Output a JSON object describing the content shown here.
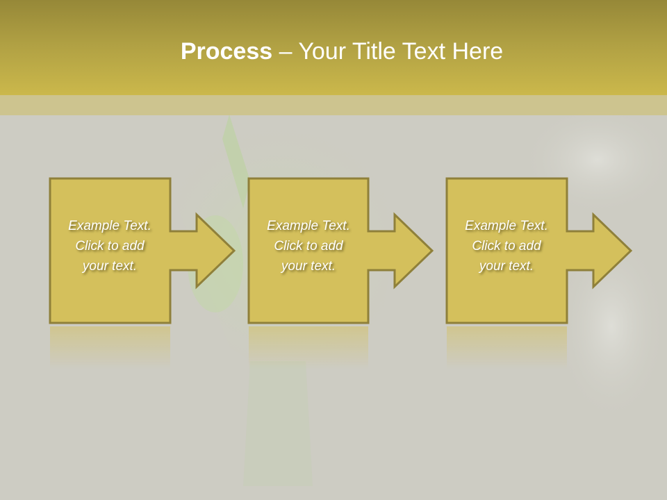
{
  "slide": {
    "title_bold": "Process",
    "title_rest": " – Your Title Text Here"
  },
  "colors": {
    "header_top": "#968838",
    "header_bottom": "#cbb84b",
    "box_fill": "#d4c05c",
    "box_stroke": "#8f803a",
    "background": "#cdccc3"
  },
  "steps": [
    {
      "line1": "Example Text.",
      "line2": "Click  to add",
      "line3": "your text."
    },
    {
      "line1": "Example Text.",
      "line2": "Click  to add",
      "line3": "your text."
    },
    {
      "line1": "Example Text.",
      "line2": "Click  to add",
      "line3": "your text."
    }
  ]
}
